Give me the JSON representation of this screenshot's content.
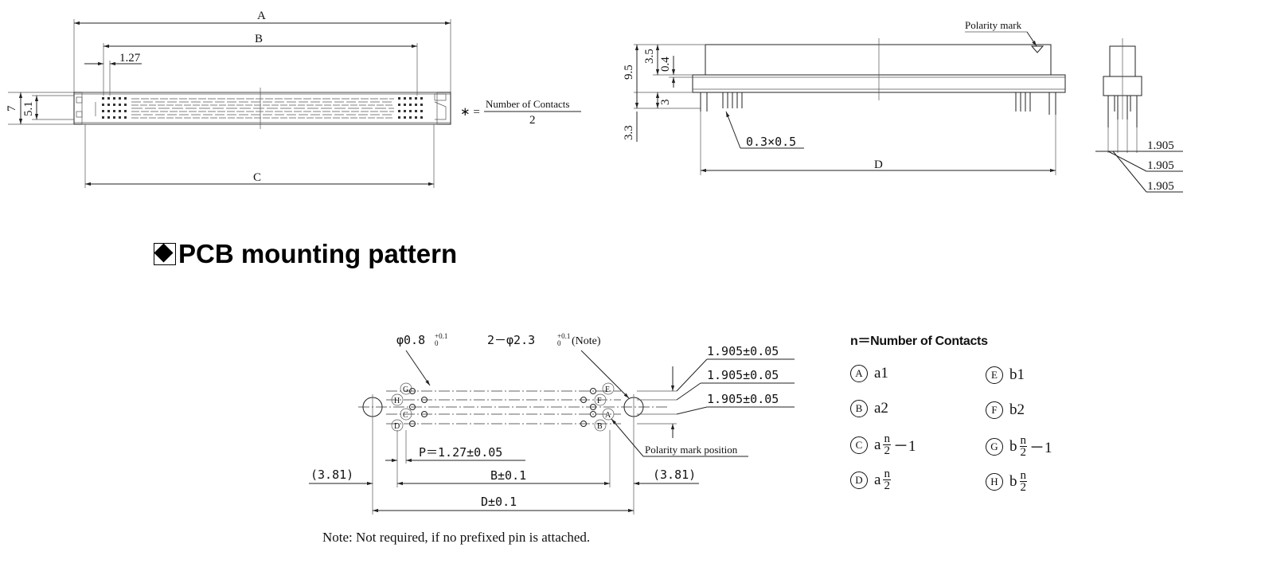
{
  "top_drawing": {
    "dims": {
      "a": "A",
      "b": "B",
      "c": "C",
      "pitch": "1.27",
      "height_7": "7",
      "height_51": "5.1"
    },
    "contacts_mark": "∗ =",
    "contacts_num": "Number of Contacts",
    "contacts_den": "2"
  },
  "side_drawing": {
    "polarity": "Polarity mark",
    "d95": "9.5",
    "d35": "3.5",
    "d04": "0.4",
    "d3": "3",
    "d33": "3.3",
    "pin_size": "0.3×0.5",
    "d": "D"
  },
  "end_drawing": {
    "p1": "1.905",
    "p2": "1.905",
    "p3": "1.905"
  },
  "section_title": "PCB mounting pattern",
  "pcb": {
    "hole_small": "φ0.8",
    "hole_small_tol": "+0.1/0",
    "hole_big": "2－φ2.3",
    "hole_big_tol": "+0.1/0",
    "hole_big_note": "(Note)",
    "row1": "1.905±0.05",
    "row2": "1.905±0.05",
    "row3": "1.905±0.05",
    "pitch": "P＝1.27±0.05",
    "left_off": "(3.81)",
    "right_off": "(3.81)",
    "b": "B±0.1",
    "d": "D±0.1",
    "polarity_pos": "Polarity mark position",
    "letters": [
      "G",
      "H",
      "C",
      "D",
      "E",
      "F",
      "A",
      "B"
    ]
  },
  "legend": {
    "n_def": "n＝Number of Contacts",
    "items": [
      {
        "key": "A",
        "text": "a1"
      },
      {
        "key": "B",
        "text": "a2"
      },
      {
        "key": "C",
        "prefix": "a",
        "num": "n",
        "den": "2",
        "suffix": "－1"
      },
      {
        "key": "D",
        "prefix": "a",
        "num": "n",
        "den": "2",
        "suffix": ""
      },
      {
        "key": "E",
        "text": "b1"
      },
      {
        "key": "F",
        "text": "b2"
      },
      {
        "key": "G",
        "prefix": "b",
        "num": "n",
        "den": "2",
        "suffix": "－1"
      },
      {
        "key": "H",
        "prefix": "b",
        "num": "n",
        "den": "2",
        "suffix": ""
      }
    ]
  },
  "note": "Note: Not required, if no prefixed pin is attached."
}
